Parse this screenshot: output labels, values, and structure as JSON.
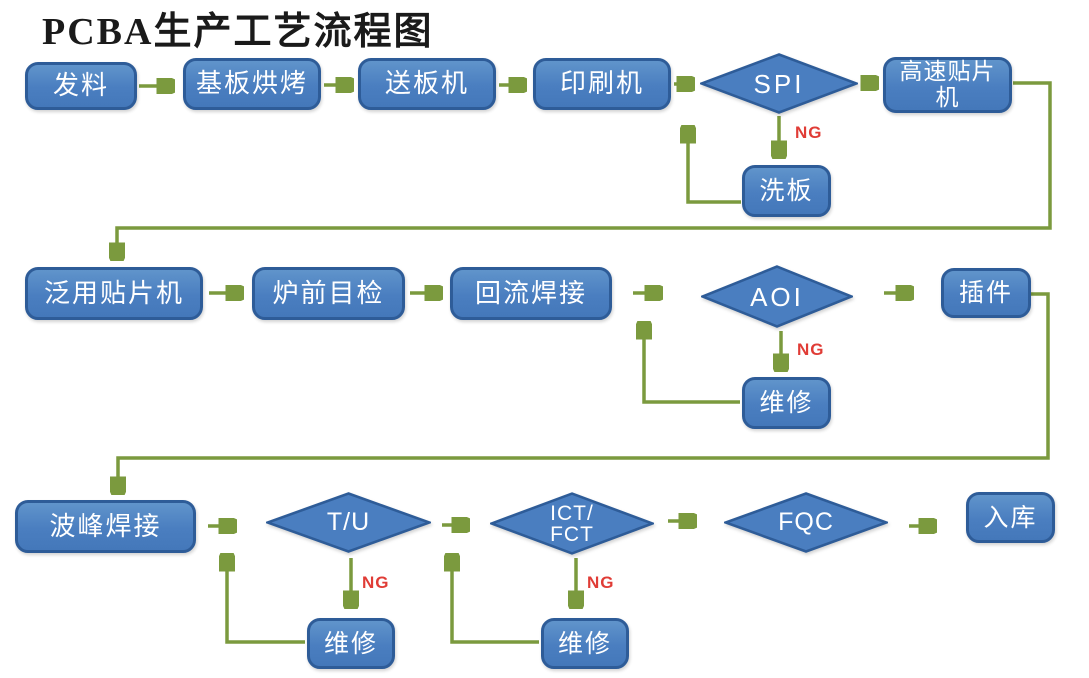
{
  "title": "PCBA生产工艺流程图",
  "nodes": {
    "issue_material": "发料",
    "board_baking": "基板烘烤",
    "board_loader": "送板机",
    "printer": "印刷机",
    "spi": "SPI",
    "high_speed_mounter": "高速贴片机",
    "board_wash": "洗板",
    "general_mounter": "泛用贴片机",
    "pre_oven_inspection": "炉前目检",
    "reflow_soldering": "回流焊接",
    "aoi": "AOI",
    "insertion": "插件",
    "repair_after_aoi": "维修",
    "wave_soldering": "波峰焊接",
    "tu": "T/U",
    "ict_fct_line1": "ICT/",
    "ict_fct_line2": "FCT",
    "fqc": "FQC",
    "warehouse": "入库",
    "repair_after_tu": "维修",
    "repair_after_ict": "维修"
  },
  "labels": {
    "ng": "NG"
  },
  "colors": {
    "node_fill": "#4a7ec0",
    "node_fill_highlight": "#6094cb",
    "node_border": "#2e5c98",
    "node_text": "#ffffff",
    "arrow": "#7b9a3e",
    "ng_text": "#e03c36",
    "title_text": "#1a1a1a",
    "background": "#ffffff"
  }
}
